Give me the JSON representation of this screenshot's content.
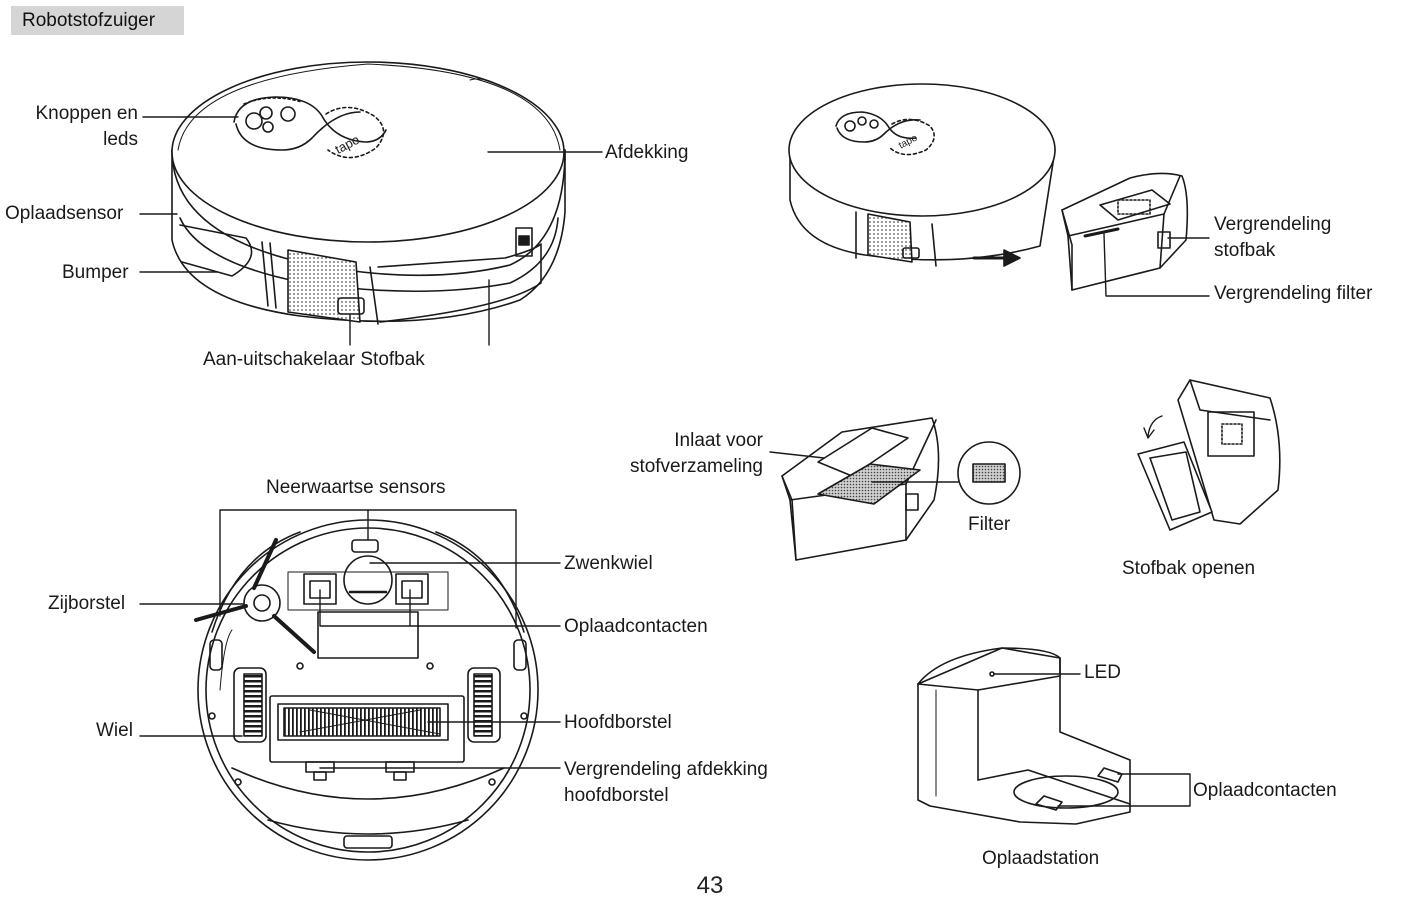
{
  "header": {
    "title": "Robotstofzuiger"
  },
  "labels": {
    "buttons_leds": "Knoppen en\nleds",
    "cover": "Afdekking",
    "charge_sensor": "Oplaadsensor",
    "bumper": "Bumper",
    "switch_dustbin": "Aan-uitschakelaar Stofbak",
    "dustbin_latch": "Vergrendeling\nstofbak",
    "filter_latch": "Vergrendeling filter",
    "cliff_sensors": "Neerwaartse sensors",
    "side_brush": "Zijborstel",
    "caster": "Zwenkwiel",
    "contacts_bottom": "Oplaadcontacten",
    "wheel": "Wiel",
    "main_brush": "Hoofdborstel",
    "brush_latch": "Vergrendeling afdekking\nhoofdborstel",
    "inlet": "Inlaat voor\nstofverzameling",
    "filter": "Filter",
    "open_bin": "Stofbak openen",
    "led": "LED",
    "contacts_dock": "Oplaadcontacten",
    "dock": "Oplaadstation"
  },
  "brand": {
    "logo": "tapo"
  },
  "page_number": "43"
}
